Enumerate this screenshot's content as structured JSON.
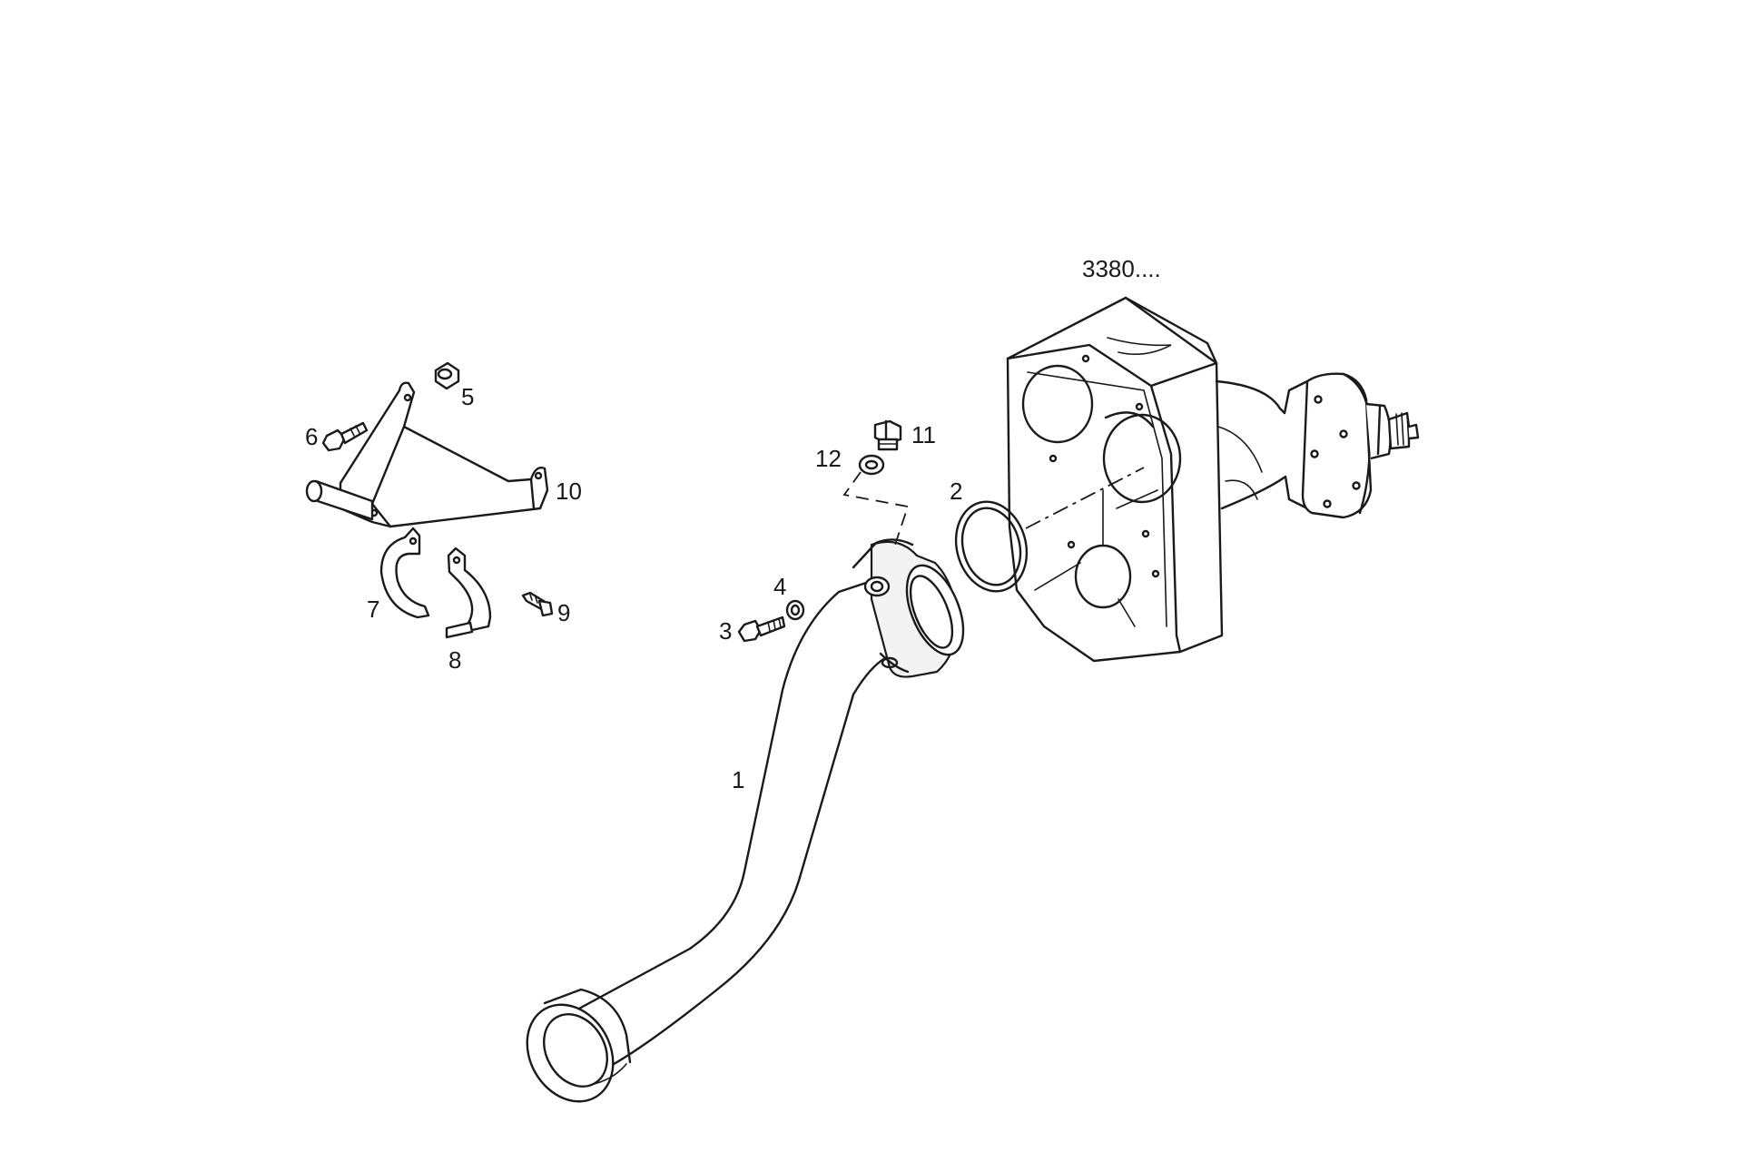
{
  "diagram": {
    "assembly_ref": "3380....",
    "callouts": [
      "1",
      "2",
      "3",
      "4",
      "5",
      "6",
      "7",
      "8",
      "9",
      "10",
      "11",
      "12"
    ]
  },
  "colors": {
    "line": "#1a1a1a",
    "background": "#ffffff"
  }
}
